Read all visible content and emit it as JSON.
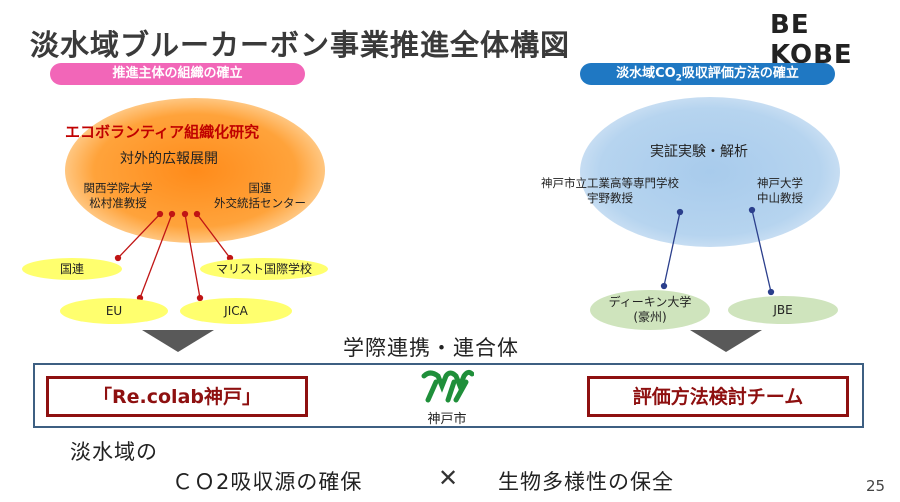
{
  "title": "淡水域ブルーカーボン事業推進全体構図",
  "brand": "BE KOBE",
  "left": {
    "pill_label": "推進主体の組織の確立",
    "blob_line1": "エコボランティア組織化研究",
    "blob_line2": "対外的広報展開",
    "org1_line1": "関西学院大学",
    "org1_line2": "松村准教授",
    "org2_line1": "国連",
    "org2_line2": "外交統括センター",
    "partners": [
      "国連",
      "マリスト国際学校",
      "EU",
      "JICA"
    ]
  },
  "right": {
    "pill_label_pre": "淡水域CO",
    "pill_label_sub": "2",
    "pill_label_post": "吸収評価方法の確立",
    "blob_line1": "実証実験・解析",
    "org1_line1": "神戸市立工業高等専門学校",
    "org1_line2": "宇野教授",
    "org2_line1": "神戸大学",
    "org2_line2": "中山教授",
    "partner1_line1": "ディーキン大学",
    "partner1_line2": "(豪州)",
    "partner2": "JBE"
  },
  "middle_label": "学際連携・連合体",
  "box_left": "「Re.colab神戸」",
  "box_right": "評価方法検討チーム",
  "city_label": "神戸市",
  "bottom_line1": "淡水域の",
  "bottom_left": "ＣＯ2吸収源の確保",
  "bottom_cross": "✕",
  "bottom_right": "生物多様性の保全",
  "page_number": "25",
  "colors": {
    "pink_pill": "#f266b8",
    "blue_pill": "#1f78c3",
    "orange_blob": "#ff8b1a",
    "blue_blob": "#a8cbec",
    "yellow_ellipse": "#ffff6e",
    "green_ellipse": "#cfe4bd",
    "red_box": "#8e1010",
    "frame": "#3d5f82",
    "city_mark": "#1f8f3a"
  },
  "icons": {
    "city_emblem": "kobe-city-emblem-icon",
    "arrow": "down-triangle-icon"
  }
}
